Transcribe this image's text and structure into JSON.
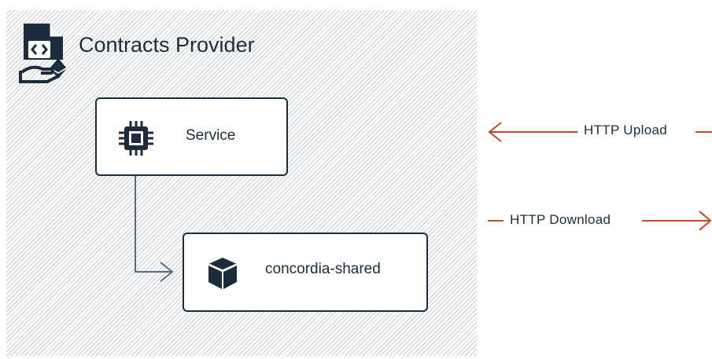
{
  "group": {
    "title": "Contracts Provider"
  },
  "nodes": {
    "service": {
      "label": "Service",
      "icon": "cpu-chip-icon"
    },
    "shared": {
      "label": "concordia-shared",
      "icon": "package-box-icon"
    }
  },
  "external_edges": {
    "upload": {
      "label": "HTTP Upload",
      "direction": "left"
    },
    "download": {
      "label": "HTTP Download",
      "direction": "right"
    }
  },
  "colors": {
    "ink": "#1c2c3c",
    "edge": "#586a86",
    "external_edge": "#c4492c",
    "hatch": "#c6cbd1"
  }
}
